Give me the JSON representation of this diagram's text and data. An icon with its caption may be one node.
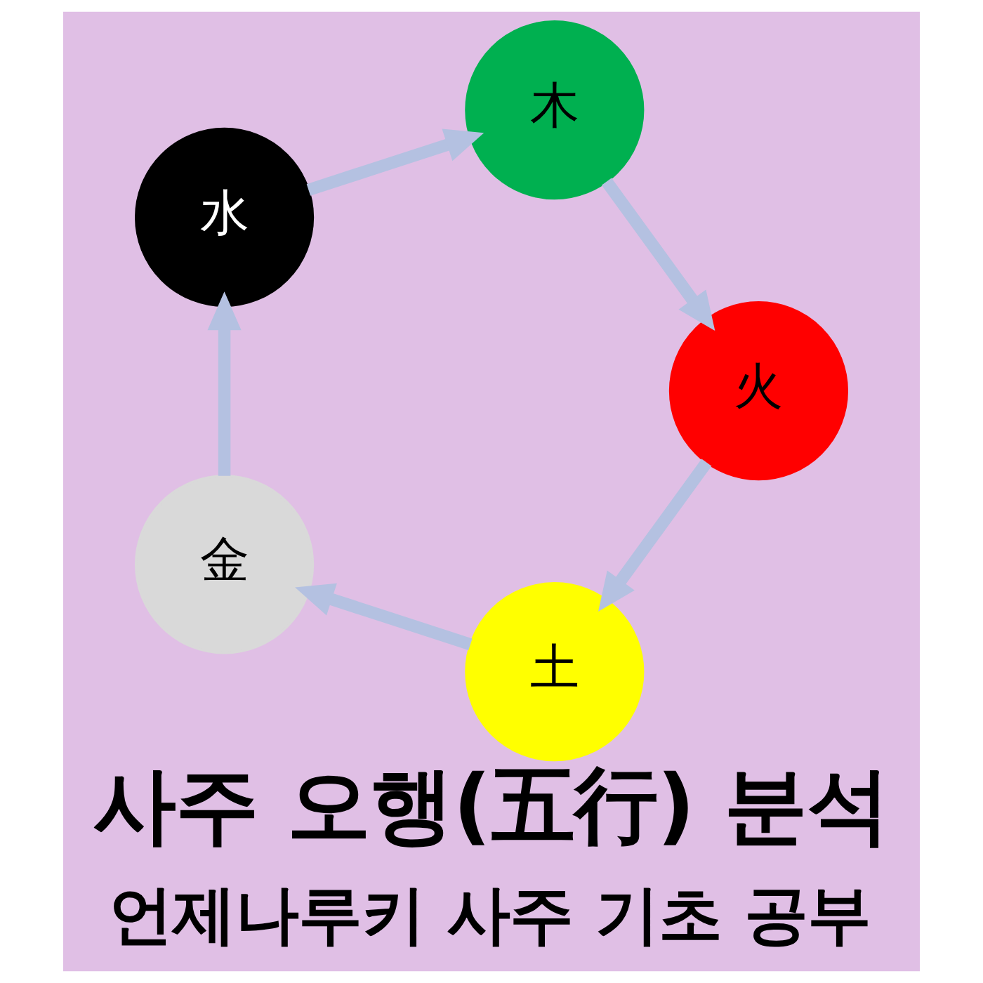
{
  "diagram": {
    "title": "사주 오행(五行) 분석",
    "caption": "언제나루키 사주 기초 공부",
    "nodes": [
      {
        "text": [
          "木"
        ]
      },
      {
        "text": [
          "火"
        ]
      },
      {
        "text": [
          "土"
        ]
      },
      {
        "text": [
          "金"
        ]
      },
      {
        "text": [
          "水"
        ]
      }
    ],
    "edges": [
      {
        "from": 0,
        "to": 1,
        "arrow": "to"
      },
      {
        "from": 1,
        "to": 2,
        "arrow": "to"
      },
      {
        "from": 2,
        "to": 3,
        "arrow": "to"
      },
      {
        "from": 3,
        "to": 4,
        "arrow": "to"
      },
      {
        "from": 4,
        "to": 0,
        "arrow": "to"
      }
    ]
  }
}
